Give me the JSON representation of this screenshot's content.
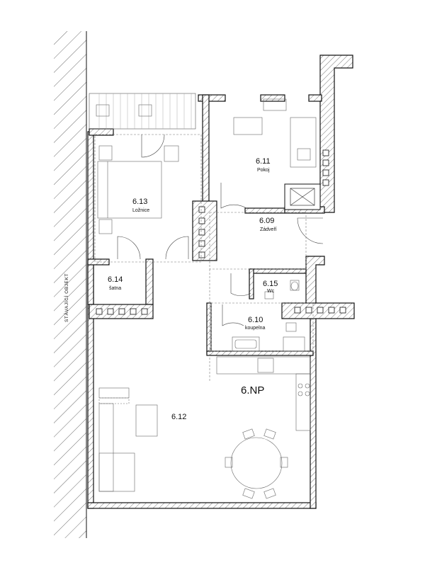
{
  "floor": {
    "label": "6.NP"
  },
  "adjacent_building": {
    "label": "STÁVAJÍCÍ OBJEKT"
  },
  "rooms": [
    {
      "id": "r611",
      "number": "6.11",
      "name": "Pokoj"
    },
    {
      "id": "r613",
      "number": "6.13",
      "name": "Ložnice"
    },
    {
      "id": "r609",
      "number": "6.09",
      "name": "Zádveří"
    },
    {
      "id": "r614",
      "number": "6.14",
      "name": "šatna"
    },
    {
      "id": "r615",
      "number": "6.15",
      "name": "Wc"
    },
    {
      "id": "r610",
      "number": "6.10",
      "name": "koupelna"
    },
    {
      "id": "r612",
      "number": "6.12",
      "name": ""
    }
  ]
}
